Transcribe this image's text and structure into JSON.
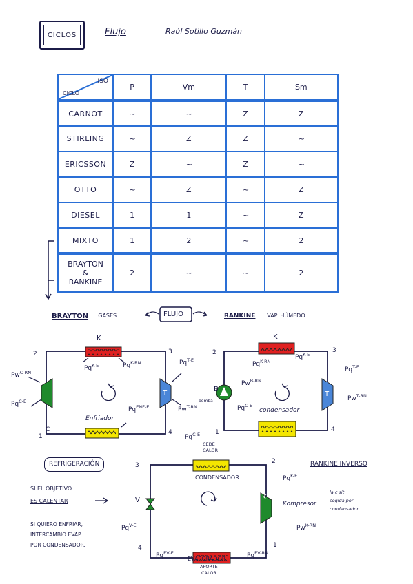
{
  "header": {
    "ciclos": "CICLOS",
    "flujo": "Flujo",
    "author": "Raúl Sotillo Guzmán"
  },
  "table": {
    "corner_iso": "ISO",
    "corner_ciclo": "CICLO",
    "columns": [
      "P",
      "Vm",
      "T",
      "Sm"
    ],
    "rows": [
      {
        "name": "CARNOT",
        "cells": [
          "~",
          "~",
          "Z",
          "Z"
        ]
      },
      {
        "name": "STIRLING",
        "cells": [
          "~",
          "Z",
          "Z",
          "~"
        ]
      },
      {
        "name": "ERICSSON",
        "cells": [
          "Z",
          "~",
          "Z",
          "~"
        ]
      },
      {
        "name": "OTTO",
        "cells": [
          "~",
          "Z",
          "~",
          "Z"
        ]
      },
      {
        "name": "DIESEL",
        "cells": [
          "1",
          "1",
          "~",
          "Z"
        ]
      },
      {
        "name": "MIXTO",
        "cells": [
          "1",
          "2",
          "~",
          "2"
        ]
      },
      {
        "name": "BRAYTON & RANKINE",
        "name_lines": [
          "BRAYTON",
          "&",
          "RANKINE"
        ],
        "cells": [
          "2",
          "~",
          "~",
          "2"
        ]
      }
    ]
  },
  "brayton_header": {
    "brayton": "BRAYTON",
    "gases": ": GASES",
    "flujo": "FLUJO",
    "rankine": "RANKINE",
    "vap": ": VAP. HÚMEDO"
  },
  "brayton": {
    "k": "K",
    "pq_ke": "Pq",
    "pq_ke_sup": "K-E",
    "pq_krn": "Pq",
    "pq_krn_sup": "K-RN",
    "pw_crn": "Pw",
    "pw_crn_sup": "C-RN",
    "pq_ce": "Pq",
    "pq_ce_sup": "C-E",
    "pq_te": "Pq",
    "pq_te_sup": "T-E",
    "pw_trn": "Pw",
    "pw_trn_sup": "T-RN",
    "pq_enfe": "Pq",
    "pq_enfe_sup": "ENF-E",
    "enfriador": "Enfriador",
    "c": "C",
    "t": "T",
    "n1": "1",
    "n2": "2",
    "n3": "3",
    "n4": "4"
  },
  "rankine": {
    "k": "K",
    "pq_krn": "Pq",
    "pq_krn_sup": "K-RN",
    "pq_ke": "Pq",
    "pq_ke_sup": "K-E",
    "pq_te": "Pq",
    "pq_te_sup": "T-E",
    "pw_trn": "Pw",
    "pw_trn_sup": "T-RN",
    "b": "B",
    "pw_brn": "Pw",
    "pw_brn_sup": "B-RN",
    "bomba": "bomba",
    "pq_ce": "Pq",
    "pq_ce_sup": "C-E",
    "condensador": "condensador",
    "t": "T",
    "n1": "1",
    "n2": "2",
    "n3": "3",
    "n4": "4"
  },
  "refrigeracion": {
    "title": "REFRIGERACIÓN",
    "rankine_inverso": "RANKINE INVERSO",
    "note1": [
      "SI EL OBJETIVO",
      "ES CALENTAR"
    ],
    "note2": [
      "SI QUIERO ENFRIAR,",
      "INTERCAMBIO EVAP.",
      "POR CONDENSADOR."
    ],
    "pq_ce": "Pq",
    "pq_ce_sup": "C-E",
    "cede_calor": [
      "CEDE",
      "CALOR"
    ],
    "condensador": "CONDENSADOR",
    "v": "V",
    "pq_ve": "Pq",
    "pq_ve_sup": "V-E",
    "k": "K",
    "pq_ke": "Pq",
    "pq_ke_sup": "K-E",
    "compresor": "Kompresor",
    "side_note": [
      "la c sit",
      "cogida por",
      "condensador"
    ],
    "pw_krn": "Pw",
    "pw_krn_sup": "K-RN",
    "pq_eve": "Pq",
    "pq_eve_sup": "EV-E",
    "pq_evrn": "Pq",
    "pq_evrn_sup": "EV-RN",
    "evaporador": "EVAPORADOR.",
    "aporte_calor": [
      "APORTE",
      "CALOR"
    ],
    "n1": "1",
    "n2": "2",
    "n3": "3",
    "n4": "4"
  },
  "colors": {
    "ink": "#1c1c48",
    "table_blue": "#2a6fd6",
    "compressor_green": "#1f8a2c",
    "turbine_blue": "#4a86d8",
    "heater_red": "#e02020",
    "cooler_yellow": "#f4e600"
  }
}
